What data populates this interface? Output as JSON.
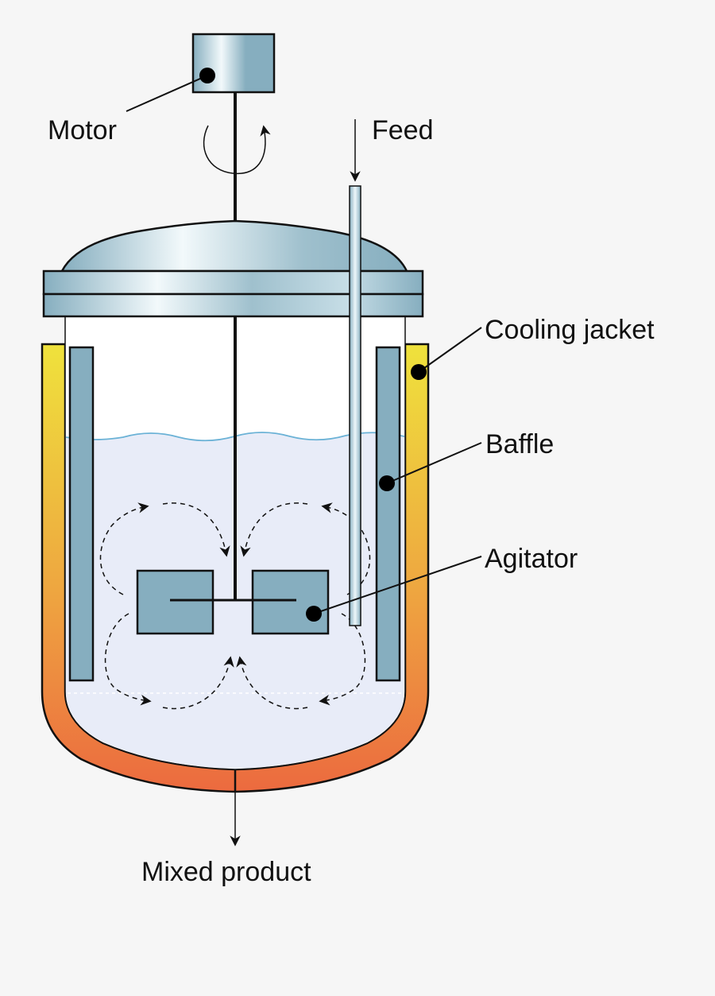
{
  "labels": {
    "motor": "Motor",
    "feed": "Feed",
    "cooling_jacket": "Cooling jacket",
    "baffle": "Baffle",
    "agitator": "Agitator",
    "mixed_product": "Mixed product"
  },
  "colors": {
    "background": "#f6f6f6",
    "steel_dark": "#86aebf",
    "steel_light": "#f2f9fb",
    "liquid": "#e8ecf8",
    "liquid_surface": "#6bb2d6",
    "jacket_top": "#efe23c",
    "jacket_bottom": "#ec6a3f",
    "outline": "#111111"
  }
}
